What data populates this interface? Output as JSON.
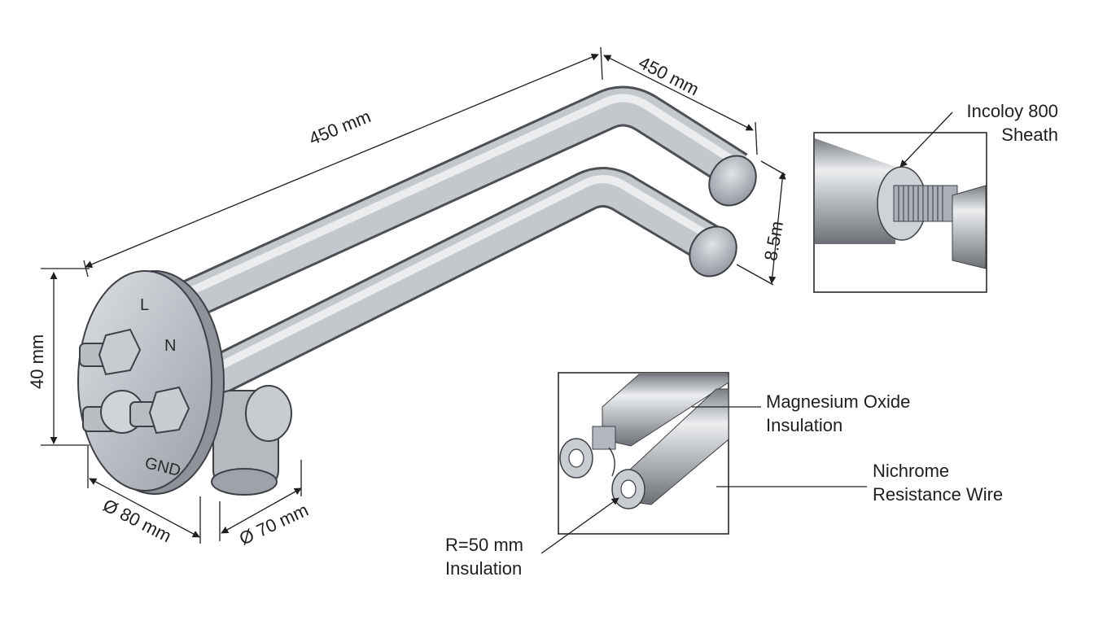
{
  "dimensions": {
    "length_main": "450 mm",
    "length_bend": "450 mm",
    "spacing": "8.5m",
    "height": "40 mm",
    "flange_diameter": "Ø 80 mm",
    "fitting_diameter": "Ø 70 mm"
  },
  "terminals": {
    "line": "L",
    "neutral": "N",
    "ground": "GND"
  },
  "callouts": {
    "sheath": [
      "Incoloy 800",
      "Sheath"
    ],
    "insulation_oxide": [
      "Magnesium Oxide",
      "Insulation"
    ],
    "wire": [
      "Nichrome",
      "Resistance Wire"
    ],
    "bend_radius": [
      "R=50 mm",
      "Insulation"
    ]
  }
}
